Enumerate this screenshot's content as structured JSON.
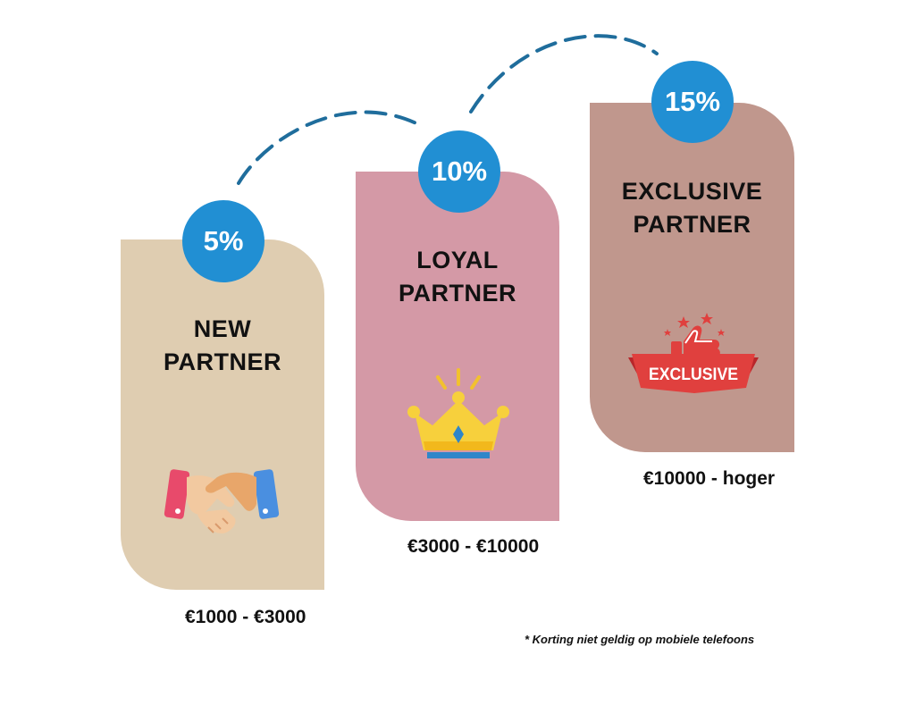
{
  "colors": {
    "badge": "#218fd3",
    "path": "#1f6d9c",
    "new_card": "#dfcdb1",
    "loyal_card": "#d499a6",
    "exclusive_card": "#c0978d"
  },
  "tiers": [
    {
      "discount": "5%",
      "title_line1": "NEW",
      "title_line2": "PARTNER",
      "price": "€1000 - €3000",
      "icon": "handshake-icon"
    },
    {
      "discount": "10%",
      "title_line1": "LOYAL",
      "title_line2": "PARTNER",
      "price": "€3000 - €10000",
      "icon": "crown-icon"
    },
    {
      "discount": "15%",
      "title_line1": "EXCLUSIVE",
      "title_line2": "PARTNER",
      "price": "€10000 - hoger",
      "icon": "exclusive-thumbs-up-icon"
    }
  ],
  "exclusive_badge_text": "EXCLUSIVE",
  "footnote": "* Korting niet geldig op mobiele telefoons"
}
